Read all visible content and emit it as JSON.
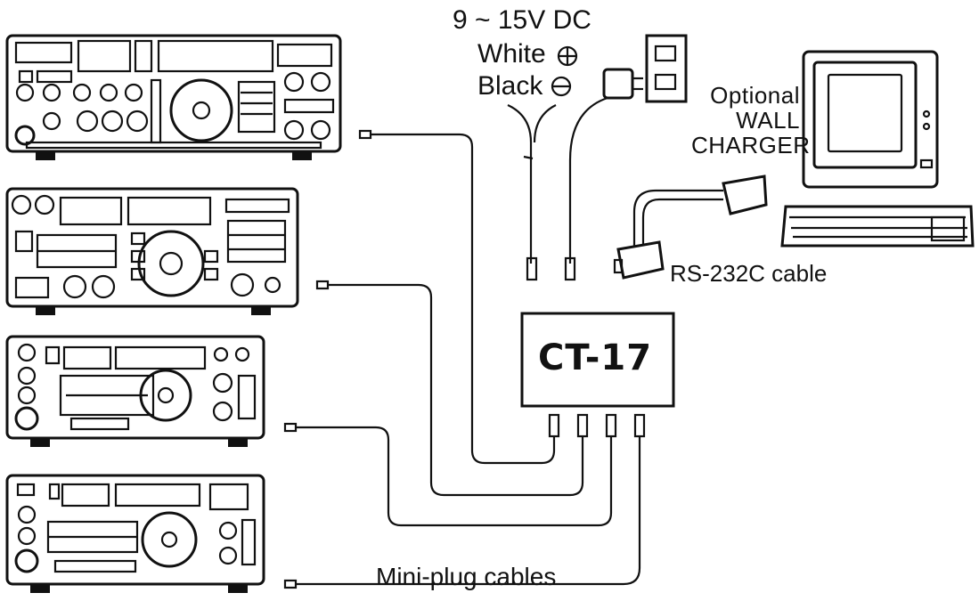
{
  "power": {
    "voltage": "9 ~ 15V DC",
    "white": "White",
    "black": "Black"
  },
  "charger": {
    "line1": "Optional",
    "line2": "WALL",
    "line3": "CHARGER"
  },
  "interface": {
    "label": "CT-17"
  },
  "serial": {
    "label": "RS-232C cable"
  },
  "cables": {
    "label": "Mini-plug cables"
  },
  "icons": [
    "radio-1-icon",
    "radio-2-icon",
    "radio-3-icon",
    "radio-4-icon",
    "wall-outlet-icon",
    "wall-charger-icon",
    "computer-icon",
    "db25-connector-icon",
    "mini-plug-icon",
    "plus-icon",
    "minus-icon"
  ]
}
